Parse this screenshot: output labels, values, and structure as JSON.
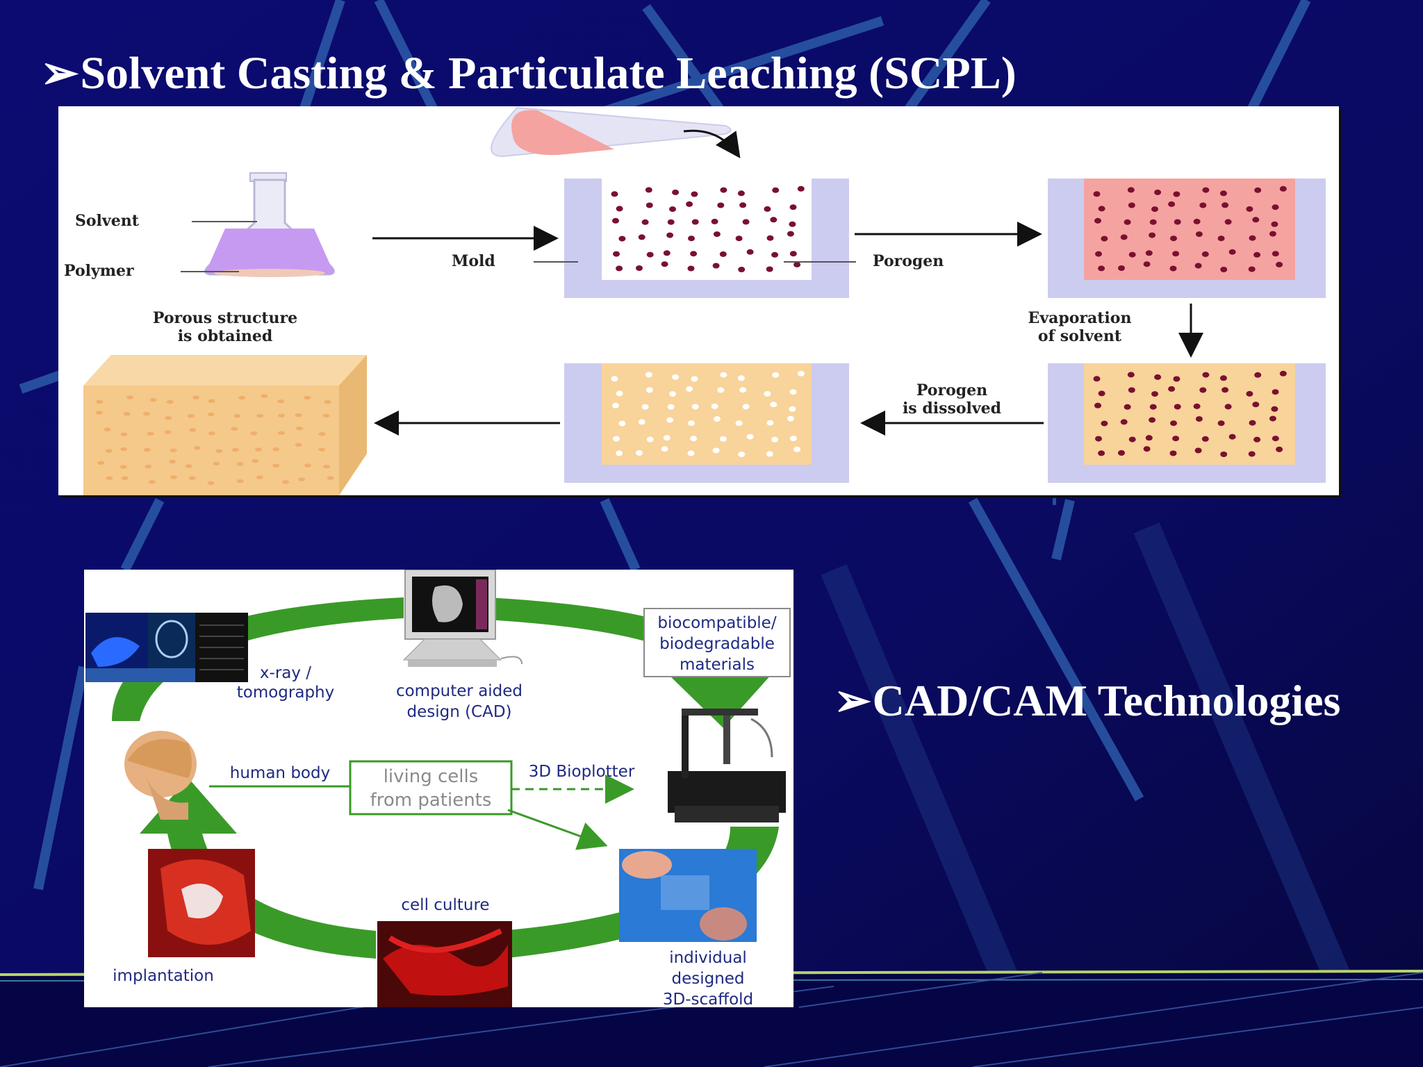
{
  "slide": {
    "title_1": "Solvent Casting & Particulate Leaching (SCPL)",
    "title_2": "CAD/CAM Technologies",
    "bullet_glyph": "➢"
  },
  "scpl_diagram": {
    "labels": {
      "solvent": "Solvent",
      "polymer": "Polymer",
      "mold": "Mold",
      "porogen": "Porogen",
      "porous_1": "Porous structure",
      "porous_2": "is obtained",
      "evap_1": "Evaporation",
      "evap_2": "of solvent",
      "dissolved_1": "Porogen",
      "dissolved_2": "is dissolved"
    },
    "colors": {
      "flask_liquid": "#c79af2",
      "mold_wall": "#ccccf0",
      "solution": "#f5a3a0",
      "polymer_matrix": "#f8d39a",
      "porogen_particle": "#7a1030",
      "pore": "#ffffff"
    }
  },
  "cad_diagram": {
    "labels": {
      "xray_1": "x-ray /",
      "xray_2": "tomography",
      "cad_1": "computer aided",
      "cad_2": "design (CAD)",
      "materials_1": "biocompatible/",
      "materials_2": "biodegradable",
      "materials_3": "materials",
      "human_body": "human body",
      "cells_1": "living cells",
      "cells_2": "from patients",
      "bioplotter": "3D Bioplotter",
      "cell_culture": "cell culture",
      "scaffold_1": "individual",
      "scaffold_2": "designed",
      "scaffold_3": "3D-scaffold",
      "implantation": "implantation"
    },
    "colors": {
      "cycle_arrow": "#3a9a28",
      "label_text": "#1f2a80",
      "cells_text": "#8a8a8a"
    }
  }
}
